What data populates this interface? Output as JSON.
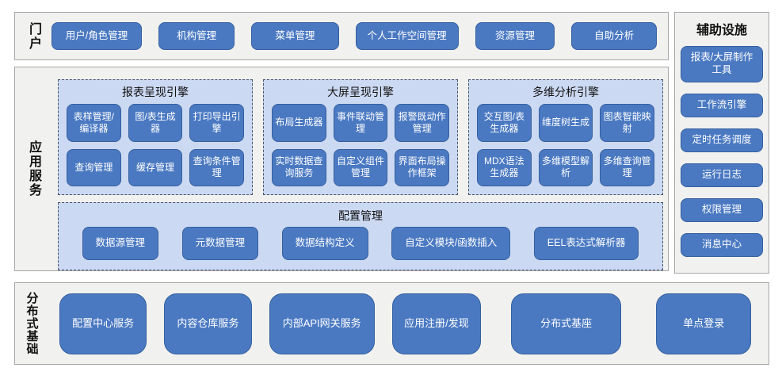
{
  "colors": {
    "button_fill": "#4a79c2",
    "button_border": "#35609f",
    "button_text": "#ffffff",
    "engine_panel_fill": "#ccd9f2",
    "engine_panel_border": "#44546a",
    "section_fill": "#f1f1ef",
    "section_border": "#a6a6a6",
    "label_text": "#111111"
  },
  "portal": {
    "label": "门户",
    "buttons": [
      "用户/角色管理",
      "机构管理",
      "菜单管理",
      "个人工作空间管理",
      "资源管理",
      "自助分析"
    ]
  },
  "app_services": {
    "label": "应用服务",
    "engines": [
      {
        "title": "报表呈现引擎",
        "buttons": [
          "表样管理/编译器",
          "图/表生成器",
          "打印导出引擎",
          "查询管理",
          "缓存管理",
          "查询条件管理"
        ]
      },
      {
        "title": "大屏呈现引擎",
        "buttons": [
          "布局生成器",
          "事件联动管理",
          "报警既动作管理",
          "实时数据查询服务",
          "自定义组件管理",
          "界面布局操作框架"
        ]
      },
      {
        "title": "多维分析引擎",
        "buttons": [
          "交互图/表生成器",
          "维度树生成",
          "图表智能映射",
          "MDX语法生成器",
          "多维模型解析",
          "多维查询管理"
        ]
      }
    ],
    "config": {
      "title": "配置管理",
      "buttons": [
        "数据源管理",
        "元数据管理",
        "数据结构定义",
        "自定义模块/函数插入",
        "EEL表达式解析器"
      ]
    }
  },
  "auxiliary": {
    "title": "辅助设施",
    "buttons": [
      "报表/大屏制作工具",
      "工作流引擎",
      "定时任务调度",
      "运行日志",
      "权限管理",
      "消息中心"
    ]
  },
  "distributed": {
    "label": "分布式基础",
    "buttons": [
      "配置中心服务",
      "内容仓库服务",
      "内部API网关服务",
      "应用注册/发现",
      "分布式基座",
      "单点登录"
    ]
  }
}
